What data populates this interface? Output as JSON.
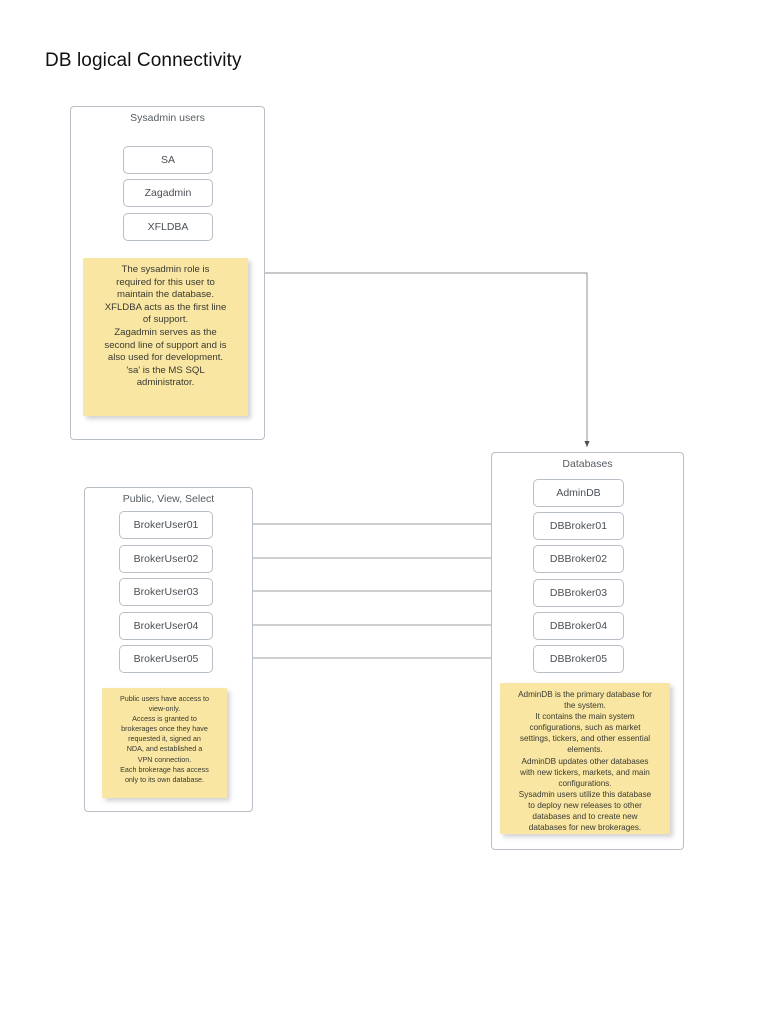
{
  "page": {
    "title": "DB logical Connectivity",
    "background_color": "#ffffff",
    "note_color": "#f8e6a2",
    "border_color": "#b9bfc6",
    "text_color": "#4a5056"
  },
  "groups": {
    "sysadmin": {
      "title": "Sysadmin users",
      "nodes": [
        {
          "label": "SA"
        },
        {
          "label": "Zagadmin"
        },
        {
          "label": "XFLDBA"
        }
      ],
      "note": [
        "The sysadmin role is",
        "required for this user to",
        "maintain the database.",
        "XFLDBA acts as the first line",
        "of support.",
        "Zagadmin serves as the",
        "second line of support and is",
        "also used for development.",
        "'sa' is the MS SQL",
        "administrator."
      ]
    },
    "public": {
      "title": "Public, View, Select",
      "nodes": [
        {
          "label": "BrokerUser01"
        },
        {
          "label": "BrokerUser02"
        },
        {
          "label": "BrokerUser03"
        },
        {
          "label": "BrokerUser04"
        },
        {
          "label": "BrokerUser05"
        }
      ],
      "note": [
        "Public users have access to",
        "view-only.",
        "Access is granted to",
        "brokerages once they have",
        "requested it, signed an",
        "NDA, and established a",
        "VPN connection.",
        "Each brokerage has access",
        "only to its own database."
      ]
    },
    "databases": {
      "title": "Databases",
      "nodes": [
        {
          "label": "AdminDB"
        },
        {
          "label": "DBBroker01"
        },
        {
          "label": "DBBroker02"
        },
        {
          "label": "DBBroker03"
        },
        {
          "label": "DBBroker04"
        },
        {
          "label": "DBBroker05"
        }
      ],
      "note": [
        "AdminDB is the primary database for",
        "the system.",
        "It contains the main system",
        "configurations, such as market",
        "settings, tickers, and other essential",
        "elements.",
        "AdminDB updates other databases",
        "with new tickers, markets, and main",
        "configurations.",
        "Sysadmin users utilize this database",
        "to deploy new releases to other",
        "databases and to create new",
        "databases for new brokerages."
      ]
    }
  },
  "connections": [
    {
      "from": "sysadmin-group",
      "to": "databases-group"
    },
    {
      "from": "BrokerUser01",
      "to": "DBBroker01"
    },
    {
      "from": "BrokerUser02",
      "to": "DBBroker02"
    },
    {
      "from": "BrokerUser03",
      "to": "DBBroker03"
    },
    {
      "from": "BrokerUser04",
      "to": "DBBroker04"
    },
    {
      "from": "BrokerUser05",
      "to": "DBBroker05"
    }
  ]
}
